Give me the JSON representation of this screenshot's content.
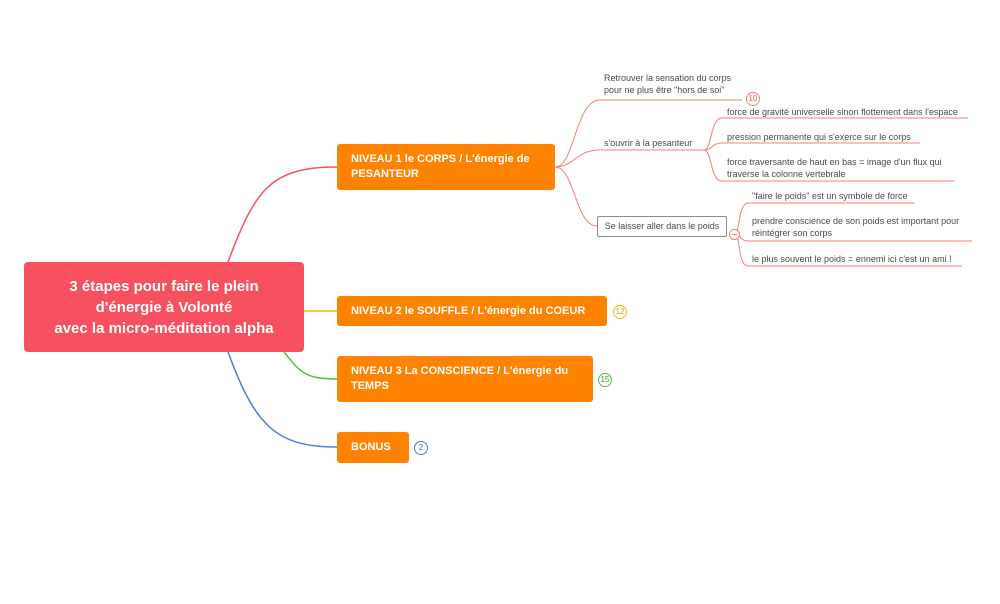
{
  "root": {
    "lines": [
      "3 étapes pour faire le plein",
      "d'énergie à Volonté",
      "avec la micro-méditation alpha"
    ]
  },
  "branches": [
    {
      "lines": [
        "NIVEAU 1 le CORPS / L'énergie de",
        "PESANTEUR"
      ],
      "color": "#f7515f"
    },
    {
      "lines": [
        "NIVEAU 2 le SOUFFLE / L'énergie du COEUR"
      ],
      "count": "12",
      "color": "#f5b800"
    },
    {
      "lines": [
        "NIVEAU 3 La CONSCIENCE / L'énergie du",
        "TEMPS"
      ],
      "count": "15",
      "color": "#5ab84a"
    },
    {
      "lines": [
        "BONUS"
      ],
      "count": "2",
      "color": "#4a7fd4"
    }
  ],
  "niveau1": {
    "sub1": {
      "lines": [
        "Retrouver la sensation du corps",
        "pour ne plus être \"hors de soi\""
      ],
      "count": "10"
    },
    "sub2": {
      "label": "s'ouvrir à la pesanteur",
      "children": [
        {
          "lines": [
            "force de gravité universelle sinon flottement dans l'espace"
          ]
        },
        {
          "lines": [
            "pression permanente qui s'exerce sur le corps"
          ]
        },
        {
          "lines": [
            "force traversante de haut en bas = image d'un flux qui",
            "traverse la colonne vertebrale"
          ]
        }
      ]
    },
    "sub3": {
      "label": "Se laisser aller dans le poids",
      "children": [
        {
          "lines": [
            "\"faire le poids\" est un symbole de force"
          ]
        },
        {
          "lines": [
            "prendre conscience de son poids est important pour",
            "réintégrer son corps"
          ]
        },
        {
          "lines": [
            "le plus souvent le  poids = ennemi  ici c'est un ami !"
          ]
        }
      ]
    }
  },
  "colors": {
    "root": "#f7515f",
    "branch": "#ff8200",
    "subline": "#f08070"
  }
}
